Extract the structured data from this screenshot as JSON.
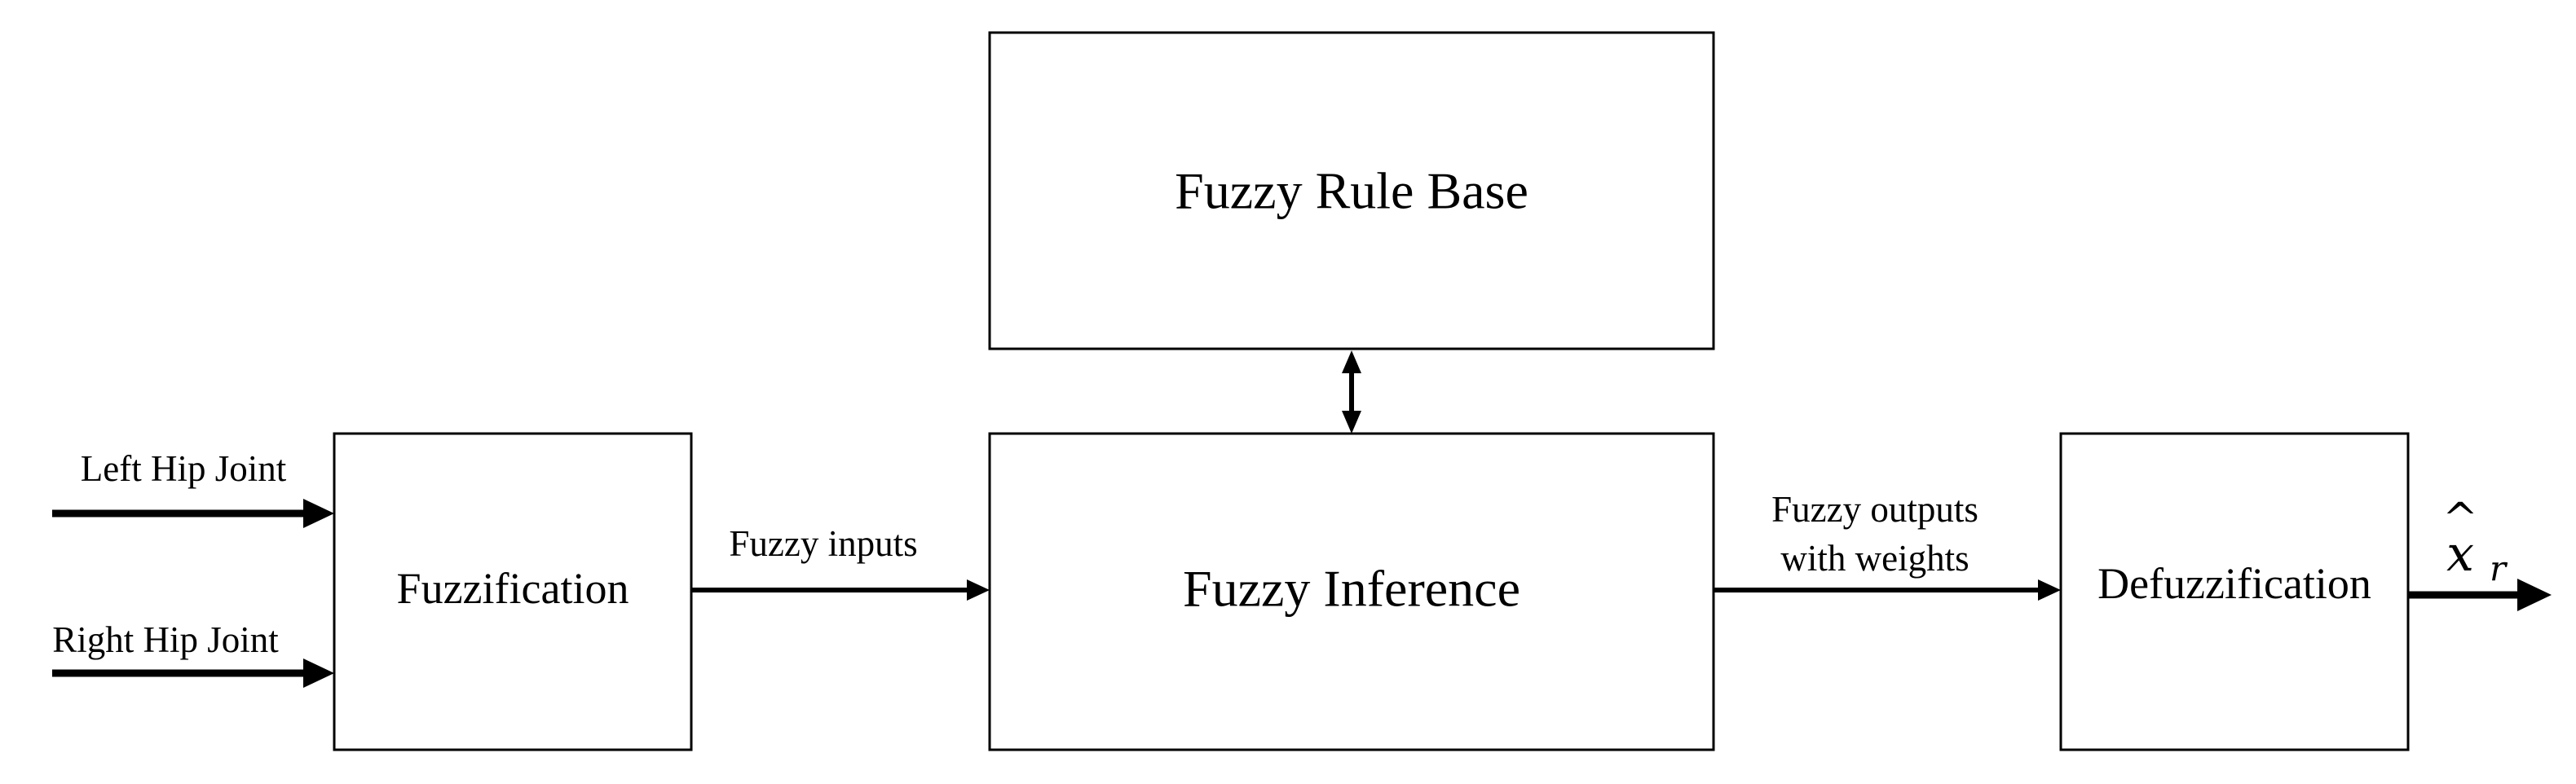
{
  "blocks": {
    "rule_base": "Fuzzy Rule Base",
    "fuzzification": "Fuzzification",
    "inference": "Fuzzy Inference",
    "defuzzification": "Defuzzification"
  },
  "inputs": {
    "left": "Left Hip Joint",
    "right": "Right Hip Joint"
  },
  "edges": {
    "fuzzy_inputs": "Fuzzy inputs",
    "fuzzy_outputs_line1": "Fuzzy outputs",
    "fuzzy_outputs_line2": "with weights"
  },
  "output": {
    "symbol": "x",
    "hat": "^",
    "subscript": "r"
  }
}
